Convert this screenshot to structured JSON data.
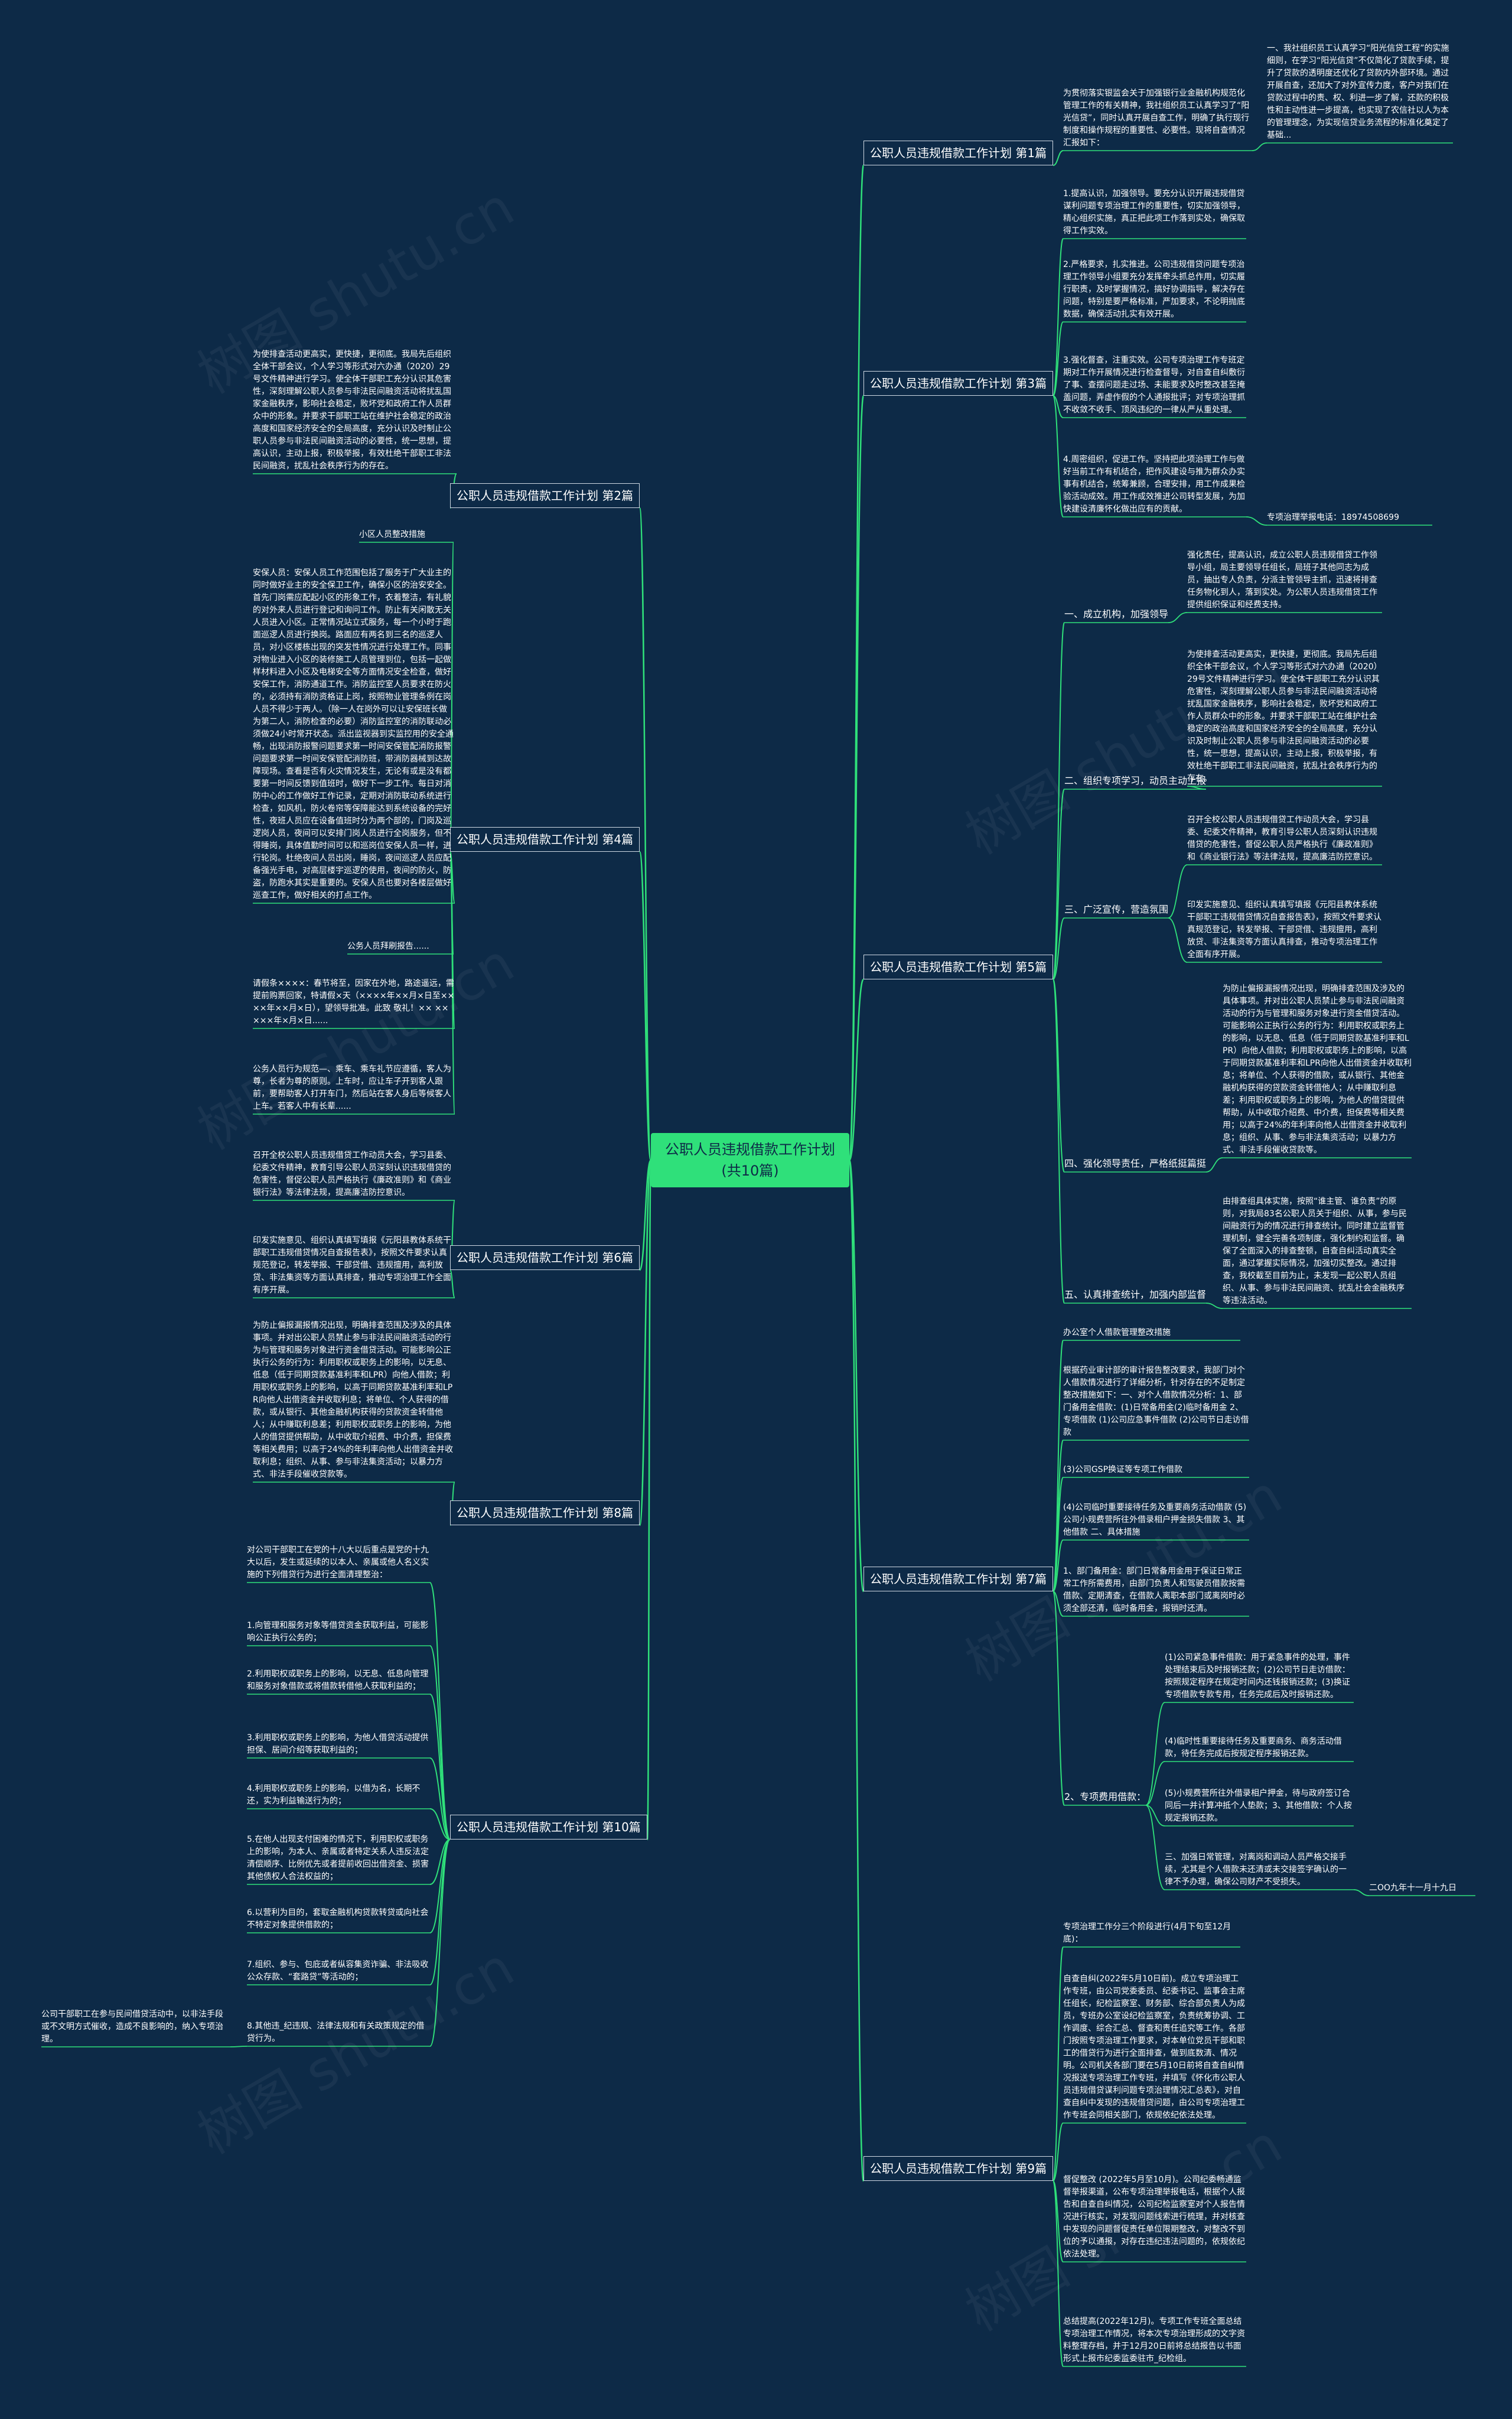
{
  "root": "公职人员违规借款工作计划(共10篇)",
  "watermark": "树图 shutu.cn",
  "b1": {
    "title": "公职人员违规借款工作计划 第1篇",
    "a": "为贯彻落实银监会关于加强银行业金融机构规范化管理工作的有关精神，我社组织员工认真学习了“阳光信贷”，同时认真开展自查工作，明确了执行现行制度和操作规程的重要性、必要性。现将自查情况汇报如下：",
    "b": "一、我社组织员工认真学习“阳光信贷工程”的实施细则，在学习“阳光信贷”不仅简化了贷款手续，提升了贷款的透明度还优化了贷款内外部环境。通过开展自查，还加大了对外宣传力度，客户对我们在贷款过程中的责、权、利进一步了解，还款的积极性和主动性进一步提高，也实现了农信社以人为本的管理理念，为实现信贷业务流程的标准化奠定了基础..."
  },
  "b3": {
    "title": "公职人员违规借款工作计划 第3篇",
    "l1": "1.提高认识，加强领导。要充分认识开展违规借贷谋利问题专项治理工作的重要性，切实加强领导，精心组织实施，真正把此项工作落到实处，确保取得工作实效。",
    "l2": "2.严格要求，扎实推进。公司违规借贷问题专项治理工作领导小组要充分发挥牵头抓总作用，切实履行职责，及时掌握情况，搞好协调指导，解决存在问题，特别是要严格标准，严加要求，不论明抛底数据，确保活动扎实有效开展。",
    "l3": "3.强化督查，注重实效。公司专项治理工作专班定期对工作开展情况进行检查督导，对自查自纠敷衍了事、查摆问题走过场、未能要求及时整改甚至掩盖问题，弄虚作假的个人通报批评；对专项治理抓不收敛不收手、顶风违纪的一律从严从重处理。",
    "l4": "4.周密组织，促进工作。坚持把此项治理工作与做好当前工作有机结合，把作风建设与推为群众办实事有机结合，统筹兼顾，合理安排，用工作成果检验活动成效。用工作成效推进公司转型发展，为加快建设清廉怀化做出应有的贡献。",
    "l5": "专项治理举报电话：18974508699"
  },
  "b2": {
    "title": "公职人员违规借款工作计划 第2篇",
    "l1": "为使排查活动更高实，更快捷，更彻底。我局先后组织全体干部会议，个人学习等形式对六办通（2020）29号文件精神进行学习。使全体干部职工充分认识其危害性，深刻理解公职人员参与非法民间融资活动将扰乱国家金融秩序，影响社会稳定，败坏党和政府工作人员群众中的形象。并要求干部职工站在维护社会稳定的政治高度和国家经济安全的全局高度，充分认识及时制止公职人员参与非法民间融资活动的必要性，统一思想，提高认识，主动上报，积极举报，有效杜绝干部职工非法民间融资，扰乱社会秩序行为的存在。"
  },
  "b4": {
    "title": "公职人员违规借款工作计划 第4篇",
    "l1": "小区人员整改措施",
    "l2": "安保人员：安保人员工作范围包括了服务于广大业主的同时做好业主的安全保卫工作，确保小区的治安安全。首先门岗需应配起小区的形象工作，衣着整洁，有礼貌的对外来人员进行登记和询问工作。防止有关闲散无关人员进入小区。正常情况站立式服务，每一个小时于跑面巡逻人员进行换岗。路面应有两名到三名的巡逻人员，对小区楼栋出现的突发性情况进行处理工作。同事对物业进入小区的装修施工人员管理到位，包括一起做样材料进入小区及电梯安全等方面情况安全检查，做好安保工作，消防通道工作。消防监控室人员要求在防火的，必须持有消防资格证上岗，按照物业管理条例在岗人员不得少于两人。（除一人在岗外可以让安保班长做为第二人，消防检查的必要）消防监控室的消防联动必须做24小时常开状态。派出监视器到实监控用的安全通畅，出现消防报警问题要求第一时间安保管配消防报警问题要求第一时间安保管配消防班，带消防器械到达故障现场。查看是否有火灾情况发生，无论有或是没有都要第一时间反馈到值班时，做好下一步工作。每日对消防中心的工作做好工作记录，定期对消防联动系统进行检查，如风机，防火卷帘等保障能达到系统设备的完好性，夜班人员应在设备值班时分为两个部的，门岗及巡逻岗人员，夜间可以安排门岗人员进行全岗服务，但不得睡岗，具体值勤时间可以和巡岗位安保人员一样，进行轮岗。杜绝夜间人员出岗，睡岗，夜间巡逻人员应配备强光手电，对高层楼宇巡逻的使用，夜间的防火，防盗，防跑水其实是重要的。安保人员也要对各楼层做好巡查工作，做好相关的打点工作。",
    "l3": "公务人员拜刷报告......",
    "l4": "请假条××××：春节将至，因家在外地，路途遥远，需提前购票回家，特请假×天（××××年××月×日至××××年××月×日），望领导批准。此致 敬礼！×× ×××××年×月×日......",
    "l5": "公务人员行为规范—、乘车、乘车礼节应遵循，客人为尊，长者为尊的原则。上车时，应让车子开到客人跟前，要帮助客人打开车门，然后站在客人身后等候客人上车。若客人中有长辈......"
  },
  "b6": {
    "title": "公职人员违规借款工作计划 第6篇",
    "l1": "召开全校公职人员违规借贷工作动员大会，学习县委、纪委文件精神，教育引导公职人员深刻认识违规借贷的危害性，督促公职人员严格执行《廉政准则》和《商业银行法》等法律法规，提高廉洁防控意识。",
    "l2": "印发实施意见、组织认真填写填报《元阳县教体系统干部职工违规借贷情况自查报告表》，按照文件要求认真规范登记，转发举报、干部贷借、违规擅用，高利放贷、非法集资等方面认真排查，推动专项治理工作全面有序开展。"
  },
  "b8": {
    "title": "公职人员违规借款工作计划 第8篇",
    "l1": "为防止偏报漏报情况出现，明确排查范围及涉及的具体事项。并对出公职人员禁止参与非法民间融资活动的行为与管理和服务对象进行资金借贷活动。可能影响公正执行公务的行为：利用职权或职务上的影响，以无息、低息（低于同期贷款基准利率和LPR）向他人借款；利用职权或职务上的影响，以高于同期贷款基准利率和LPR向他人出借资金并收取利息；将单位、个人获得的借款，或从银行、其他金融机构获得的贷款资金转借他人；从中赚取利息差；利用职权或职务上的影响，为他人的借贷提供帮助，从中收取介绍费、中介费，担保费等相关费用；以高于24%的年利率向他人出借资金并收取利息；组织、从事、参与非法集资活动；以暴力方式、非法手段催收贷款等。"
  },
  "b10": {
    "title": "公职人员违规借款工作计划 第10篇",
    "l0": "对公司干部职工在党的十八大以后重点是党的十九大以后，发生或延续的以本人、亲属或他人名义实施的下列借贷行为进行全面清理整治：",
    "l1": "1.向管理和服务对象等借贷资金获取利益，可能影响公正执行公务的；",
    "l2": "2.利用职权或职务上的影响，以无息、低息向管理和服务对象借款或将借款转借他人获取利益的；",
    "l3": "3.利用职权或职务上的影响，为他人借贷活动提供担保、居间介绍等获取利益的；",
    "l4": "4.利用职权或职务上的影响，以借为名，长期不还，实为利益输送行为的；",
    "l5": "5.在他人出现支付困难的情况下，利用职权或职务上的影响，为本人、亲属或者特定关系人违反法定清偿顺序、比例优先或者提前收回出借资金、损害其他债权人合法权益的；",
    "l6": "6.以营利为目的，套取金融机构贷款转贷或向社会不特定对象提供借款的；",
    "l7": "7.组织、参与、包庇或者纵容集资诈骗、非法吸收公众存款、“套路贷”等活动的；",
    "l8": "8.其他违_纪违规、法律法规和有关政策规定的借贷行为。",
    "l9": "公司干部职工在参与民间借贷活动中，以非法手段或不文明方式催收，造成不良影响的，纳入专项治理。"
  },
  "b5": {
    "title": "公职人员违规借款工作计划 第5篇",
    "s1": "一、成立机构，加强领导",
    "s1a": "强化责任，提高认识，成立公职人员违规借贷工作领导小组，局主要领导任组长，局班子其他同志为成员，抽出专人负责，分派主管领导主抓，迅速将排查任务物化到人，落到实处。为公职人员违规借贷工作提供组织保证和经费支持。",
    "s2": "二、组织专项学习，动员主动上报",
    "s2a": "为使排查活动更高实，更快捷，更彻底。我局先后组织全体干部会议，个人学习等形式对六办通（2020）29号文件精神进行学习。使全体干部职工充分认识其危害性，深刻理解公职人员参与非法民间融资活动将扰乱国家金融秩序，影响社会稳定，败坏党和政府工作人员群众中的形象。并要求干部职工站在维护社会稳定的政治高度和国家经济安全的全局高度，充分认识及时制止公职人员参与非法民间融资活动的必要性，统一思想，提高认识，主动上报，积极举报，有效杜绝干部职工非法民间融资，扰乱社会秩序行为的存在。",
    "s3": "三、广泛宣传，营造氛围",
    "s3a": "召开全校公职人员违规借贷工作动员大会，学习县委、纪委文件精神，教育引导公职人员深刻认识违规借贷的危害性，督促公职人员严格执行《廉政准则》和《商业银行法》等法律法规，提高廉洁防控意识。",
    "s3b": "印发实施意见、组织认真填写填报《元阳县教体系统干部职工违规借贷情况自查报告表》，按照文件要求认真规范登记，转发举报、干部贷借、违规擅用，高利放贷、非法集资等方面认真排查，推动专项治理工作全面有序开展。",
    "s4": "四、强化领导责任，严格纸挺篇挺",
    "s4a": "为防止偏报漏报情况出现，明确排查范围及涉及的具体事项。并对出公职人员禁止参与非法民间融资活动的行为与管理和服务对象进行资金借贷活动。可能影响公正执行公务的行为：利用职权或职务上的影响，以无息、低息（低于同期贷款基准利率和LPR）向他人借款；利用职权或职务上的影响，以高于同期贷款基准利率和LPR向他人出借资金并收取利息；将单位、个人获得的借款，或从银行、其他金融机构获得的贷款资金转借他人；从中赚取利息差；利用职权或职务上的影响，为他人的借贷提供帮助，从中收取介绍费、中介费，担保费等相关费用；以高于24%的年利率向他人出借资金并收取利息；组织、从事、参与非法集资活动；以暴力方式、非法手段催收贷款等。",
    "s5": "五、认真排查统计，加强内部监督",
    "s5a": "由排查组具体实施，按照“谁主管、谁负责”的原则，对我局83名公职人员关于组织、从事，参与民间融资行为的情况进行排查统计。同时建立监督管理机制，健全完善各项制度，强化制约和监督。确保了全面深入的排查整顿，自查自纠活动真实全面，通过掌握实际情况，加强切实整改。通过排查，我校截至目前为止，未发现一起公职人员组织、从事、参与非法民间融资、扰乱社会金融秩序等违法活动。"
  },
  "b7": {
    "title": "公职人员违规借款工作计划 第7篇",
    "l1": "办公室个人借款管理整改措施",
    "l2": "根据药业审计部的审计报告整改要求，我部门对个人借款情况进行了详细分析，针对存在的不足制定整改措施如下：一、对个人借款情况分析：1、部门备用金借款：(1)日常备用金(2)临时备用金 2、专项借款 (1)公司应急事件借款 (2)公司节日走访借款",
    "l3": "(3)公司GSP换证等专项工作借款",
    "l4": "(4)公司临时重要接待任务及重要商务活动借款 (5)公司小规费营所往外借录相户押金损失借款 3、其他借款 二、具体措施",
    "l5": "1、部门备用金：部门日常备用金用于保证日常正常工作所需费用，由部门负责人和驾驶员借款按需借款、定期清查，在借款人离职本部门或离岗时必须全部还清，临时备用金，报销时还清。",
    "s6": "2、专项费用借款：",
    "s6a": "(1)公司紧急事件借款：用于紧急事件的处理，事件处理结束后及时报销还款；(2)公司节日走访借款：按照规定程序在规定时间内还钱报销还款；(3)换证专项借款专款专用，任务完成后及时报销还款。",
    "s6b": "(4)临时性重要接待任务及重要商务、商务活动借款，待任务完成后按规定程序报销还款。",
    "s6c": "(5)小规费营所往外借录相户押金，待与政府签订合同后一并计算冲抵个人垫款；3、其他借款：个人按规定报销还款。",
    "s6d": "三、加强日常管理，对离岗和调动人员严格交接手续，尤其是个人借款未还清或未交接签字确认的一律不予办理，确保公司财产不受损失。",
    "s6e": "二OO九年十一月十九日"
  },
  "b9": {
    "title": "公职人员违规借款工作计划 第9篇",
    "l1": "专项治理工作分三个阶段进行(4月下旬至12月底)：",
    "l2": "自查自纠(2022年5月10日前)。成立专项治理工作专班，由公司党委委员、纪委书记、监事会主席任组长，纪检监察室、财务部、综合部负责人为成员，专班办公室设纪检监察室，负责统筹协调、工作调度、综合汇总、督查和责任追究等工作。各部门按照专项治理工作要求，对本单位党员干部和职工的借贷行为进行全面排查，做到底数清、情况明。公司机关各部门要在5月10日前将自查自纠情况报送专项治理工作专班，并填写《怀化市公职人员违规借贷谋利问题专项治理情况汇总表》，对自查自纠中发现的违规借贷问题，由公司专项治理工作专班会同相关部门，依规依纪依法处理。",
    "l3": "督促整改 (2022年5月至10月)。公司纪委畅通监督举报渠道，公布专项治理举报电话，根据个人报告和自查自纠情况，公司纪检监察室对个人报告情况进行核实，对发现问题线索进行梳理，并对核查中发现的问题督促责任单位限期整改，对整改不到位的予以通报，对存在违纪违法问题的，依规依纪依法处理。",
    "l4": "总结提高(2022年12月)。专项工作专班全面总结专项治理工作情况，将本次专项治理形成的文字资料整理存档，并于12月20日前将总结报告以书面形式上报市纪委监委驻市_纪检组。"
  }
}
